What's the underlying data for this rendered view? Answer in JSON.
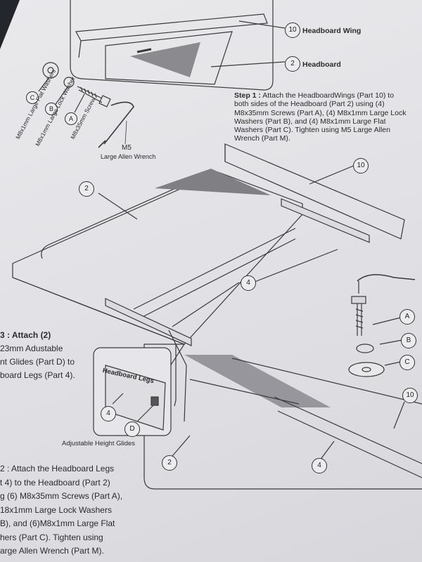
{
  "labels": {
    "headboard_wing": "Headboard Wing",
    "headboard": "Headboard",
    "wrench_size": "M5",
    "wrench_name": "Large Allen Wrench",
    "flat_washer": "M8x1mm Large Flat Washers",
    "lock_washer": "M8x1mm Large Lock Washer",
    "screw": "M8x35mm Screw",
    "headboard_legs": "Headboard Legs",
    "glides_caption": "Adjustable Height Glides"
  },
  "callouts": {
    "n10": "10",
    "n2": "2",
    "n4": "4",
    "A": "A",
    "B": "B",
    "C": "C",
    "D": "D"
  },
  "steps": {
    "step1_title": "Step 1 :",
    "step1_body": "Attach the HeadboardWings (Part 10) to both sides of the Headboard (Part 2) using (4) M8x35mm Screws (Part A), (4) M8x1mm Large Lock Washers (Part B), and (4) M8x1mm Large Flat Washers (Part C). Tighten using M5 Large Allen Wrench (Part M).",
    "step3_lines": [
      "3 : Attach (2)",
      "23mm Adustable",
      "nt Glides (Part D) to",
      "board Legs (Part 4)."
    ],
    "step2_lines": [
      "2 : Attach the Headboard Legs",
      "t 4) to the Headboard (Part 2)",
      "g (6) M8x35mm Screws (Part A),",
      "18x1mm Large Lock Washers",
      "B), and (6)M8x1mm Large Flat",
      "hers (Part C). Tighten using",
      "arge Allen Wrench (Part M)."
    ]
  },
  "colors": {
    "paper": "#e4e4e8",
    "ink": "#2b2b2b",
    "shade": "#7b7b80"
  }
}
